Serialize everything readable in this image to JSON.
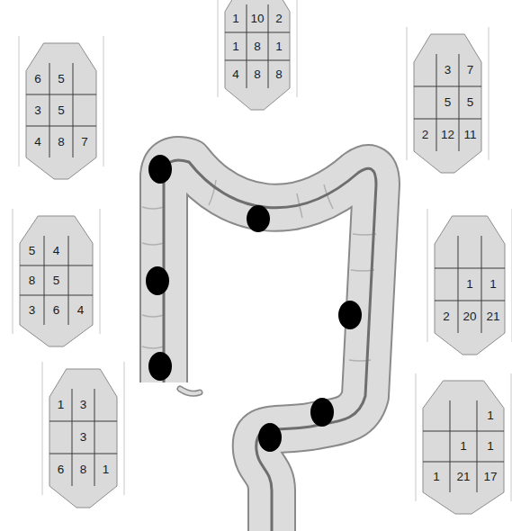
{
  "diagram": {
    "labels": [
      "6",
      "5",
      "3",
      "5",
      "4",
      "8",
      "7",
      "1",
      "10",
      "2",
      "1",
      "8",
      "1",
      "4",
      "8",
      "8",
      "3",
      "7",
      "5",
      "5",
      "2",
      "12",
      "11",
      "5",
      "4",
      "8",
      "5",
      "3",
      "6",
      "4",
      "1",
      "1",
      "2",
      "20",
      "21",
      "1",
      "3",
      "3",
      "6",
      "8",
      "1",
      "1",
      "1",
      "1",
      "1",
      "21",
      "17"
    ]
  }
}
